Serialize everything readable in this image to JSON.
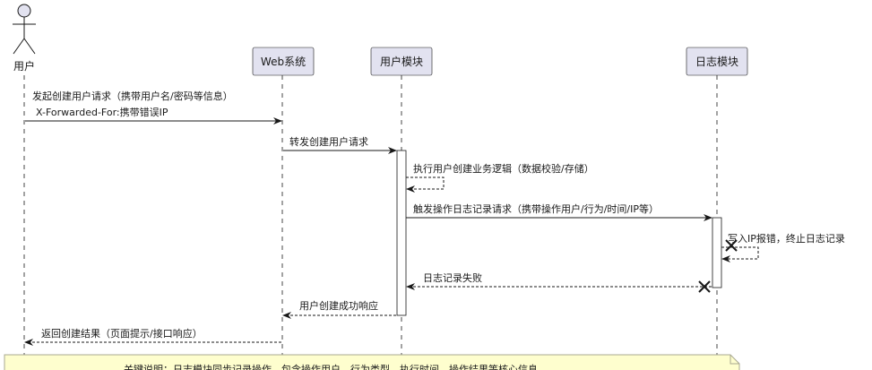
{
  "participants": {
    "user": "用户",
    "web": "Web系统",
    "usermod": "用户模块",
    "log": "日志模块"
  },
  "messages": {
    "m1_line1": "发起创建用户请求（携带用户名/密码等信息）",
    "m1_line2": "X-Forwarded-For:携带错误IP",
    "m2": "转发创建用户请求",
    "m3": "执行用户创建业务逻辑（数据校验/存储）",
    "m4": "触发操作日志记录请求（携带操作用户/行为/时间/IP等）",
    "m5": "写入IP报错，终止日志记录",
    "m6": "日志记录失败",
    "m7": "用户创建成功响应",
    "m8": "返回创建结果（页面提示/接口响应）"
  },
  "note": {
    "text": "关键说明：日志模块同步记录操作，包含操作用户、行为类型、执行时间、操作结果等核心信息"
  },
  "colors": {
    "participant_fill": "#e2e2f0",
    "participant_border": "#181818",
    "lifeline": "#181818",
    "note_fill": "#fefece",
    "note_border": "#a8a890",
    "arrow": "#181818"
  }
}
